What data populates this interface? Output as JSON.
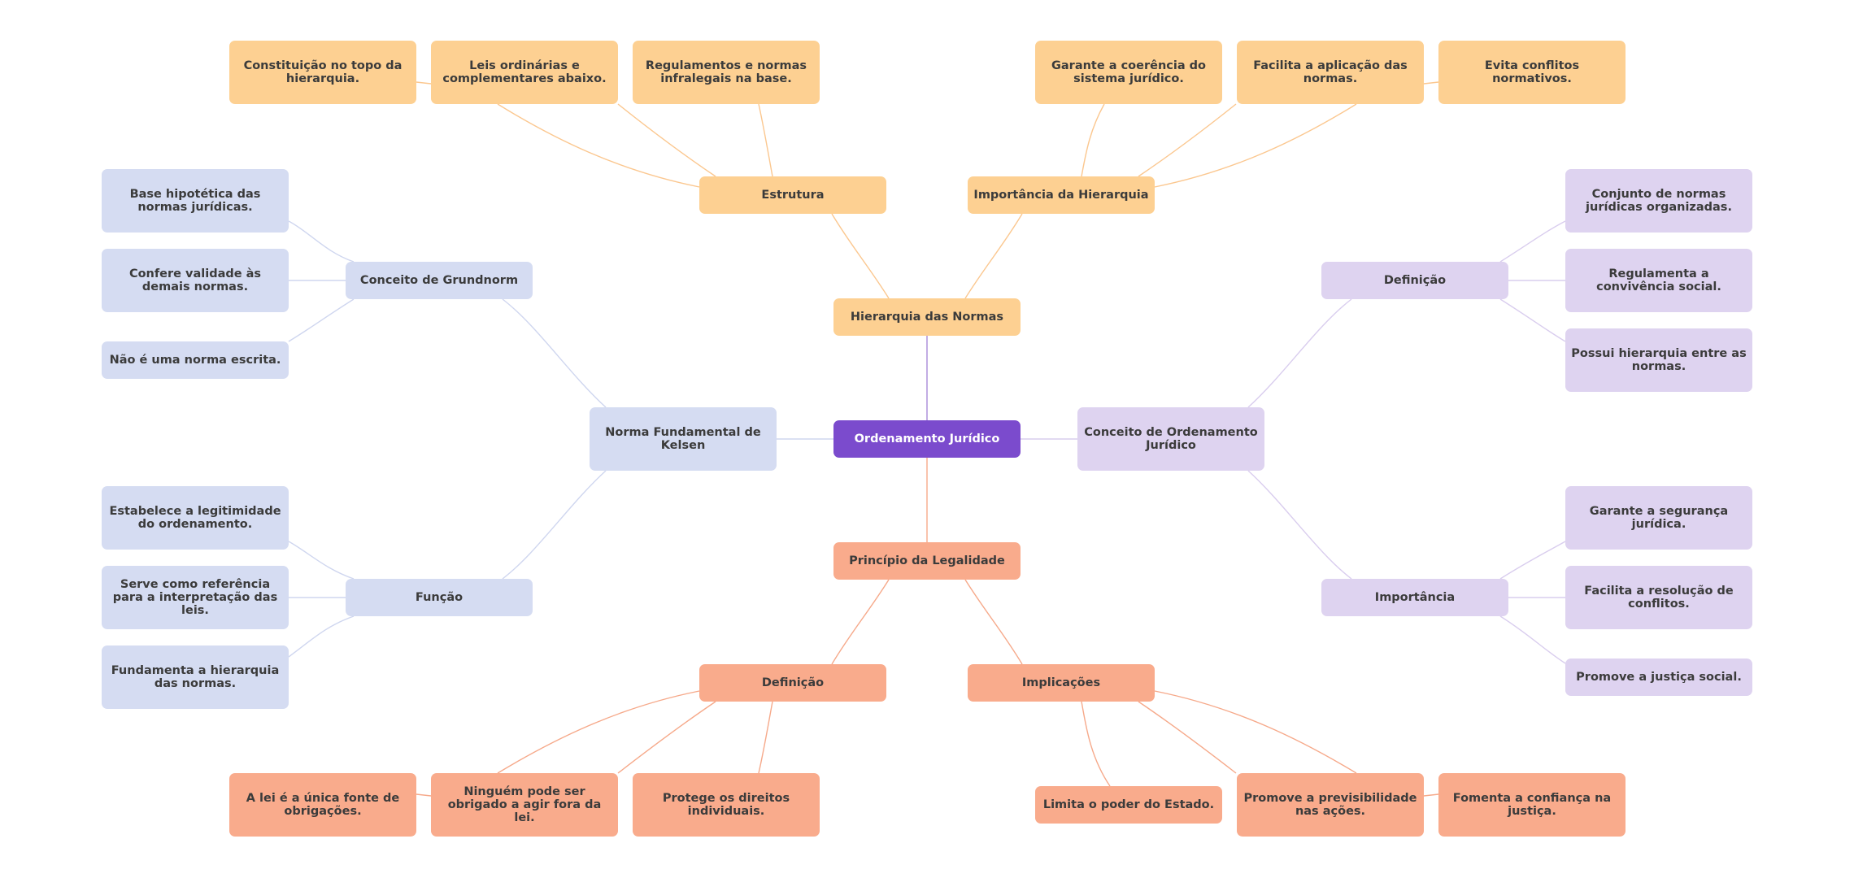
{
  "colors": {
    "root": "#7b4bcd",
    "hierarquia": "#fdd092",
    "legalidade": "#f9ab8c",
    "kelsen": "#d5dcf2",
    "conceito": "#ded3f0"
  },
  "root": "Ordenamento Jurídico",
  "hierarquia": {
    "title": "Hierarquia das Normas",
    "estrutura": {
      "title": "Estrutura",
      "items": [
        "Constituição no topo da hierarquia.",
        "Leis ordinárias e complementares abaixo.",
        "Regulamentos e normas infralegais na base."
      ]
    },
    "importancia": {
      "title": "Importância da Hierarquia",
      "items": [
        "Garante a coerência do sistema jurídico.",
        "Facilita a aplicação das normas.",
        "Evita conflitos normativos."
      ]
    }
  },
  "legalidade": {
    "title": "Princípio da Legalidade",
    "definicao": {
      "title": "Definição",
      "items": [
        "A lei é a única fonte de obrigações.",
        "Ninguém pode ser obrigado a agir fora da lei.",
        "Protege os direitos individuais."
      ]
    },
    "implicacoes": {
      "title": "Implicações",
      "items": [
        "Limita o poder do Estado.",
        "Promove a previsibilidade nas ações.",
        "Fomenta a confiança na justiça."
      ]
    }
  },
  "kelsen": {
    "title": "Norma Fundamental de Kelsen",
    "grundnorm": {
      "title": "Conceito de Grundnorm",
      "items": [
        "Base hipotética das normas jurídicas.",
        "Confere validade às demais normas.",
        "Não é uma norma escrita."
      ]
    },
    "funcao": {
      "title": "Função",
      "items": [
        "Estabelece a legitimidade do ordenamento.",
        "Serve como referência para a interpretação das leis.",
        "Fundamenta a hierarquia das normas."
      ]
    }
  },
  "conceito": {
    "title": "Conceito de Ordenamento Jurídico",
    "definicao": {
      "title": "Definição",
      "items": [
        "Conjunto de normas jurídicas organizadas.",
        "Regulamenta a convivência social.",
        "Possui hierarquia entre as normas."
      ]
    },
    "importancia": {
      "title": "Importância",
      "items": [
        "Garante a segurança jurídica.",
        "Facilita a resolução de conflitos.",
        "Promove a justiça social."
      ]
    }
  }
}
